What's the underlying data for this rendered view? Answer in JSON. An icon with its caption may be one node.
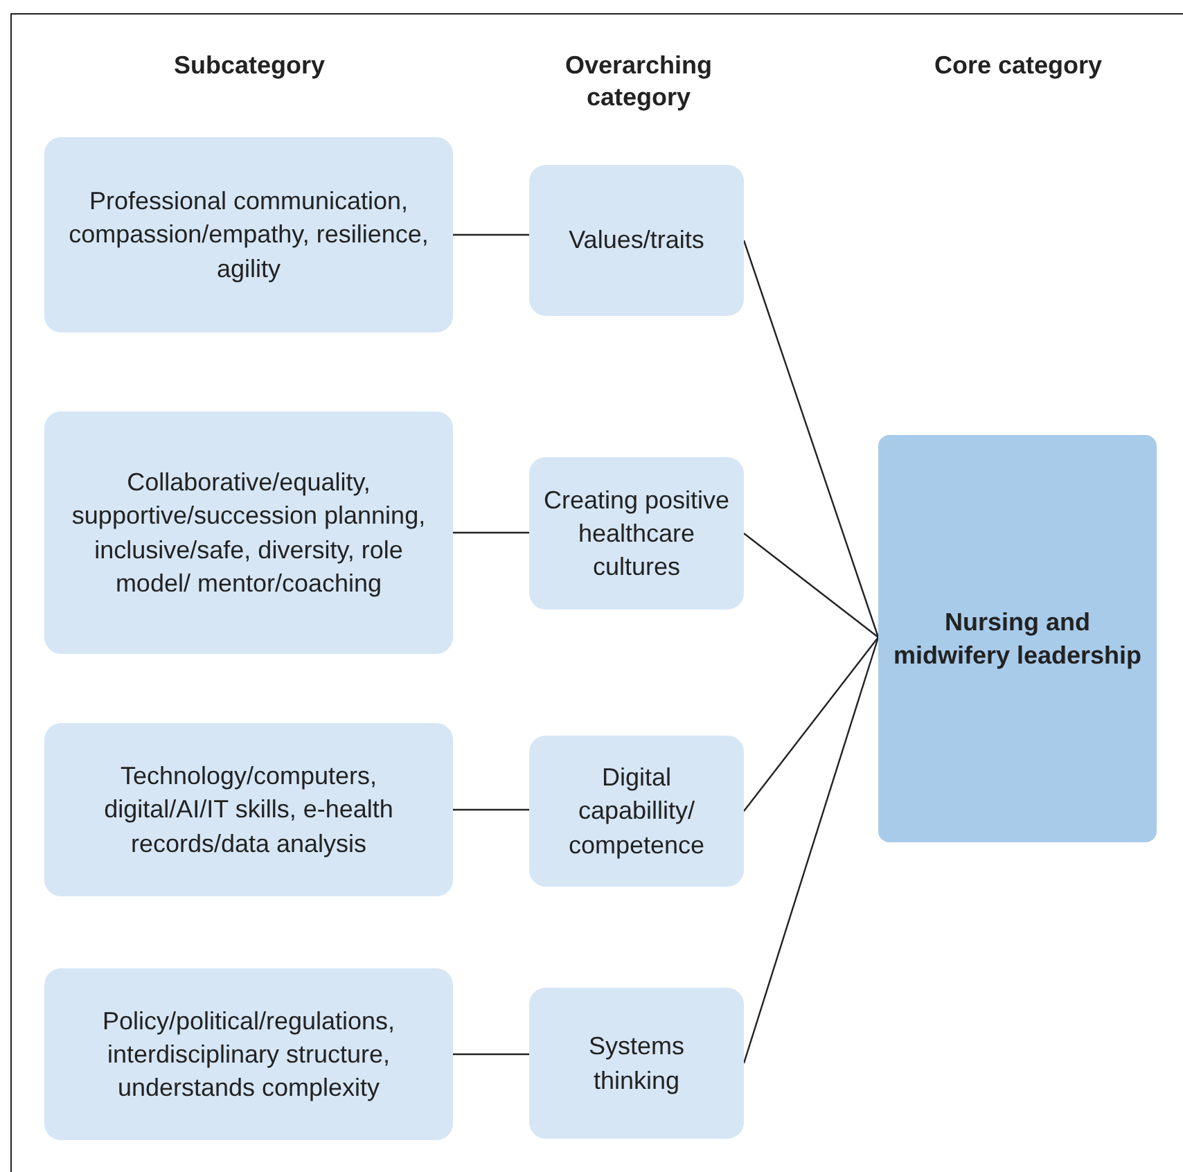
{
  "diagram": {
    "nodes": [
      {
        "text": [
          "Professional communication, compassion/empathy, resilience, agility"
        ]
      },
      {
        "text": [
          "Values/traits"
        ]
      },
      {
        "text": [
          "Collaborative/equality, supportive/succession planning, inclusive/safe, diversity, role model/ mentor/coaching"
        ]
      },
      {
        "text": [
          "Creating positive healthcare cultures"
        ]
      },
      {
        "text": [
          "Technology/computers, digital/AI/IT skills, e-health records/data analysis"
        ]
      },
      {
        "text": [
          "Digital capabillity/ competence"
        ]
      },
      {
        "text": [
          "Policy/political/regulations, interdisciplinary structure, understands complexity"
        ]
      },
      {
        "text": [
          "Systems thinking"
        ]
      },
      {
        "text": [
          "Nursing and midwifery leadership"
        ]
      }
    ],
    "edges": [
      {
        "from": 0,
        "to": 1,
        "arrow": "none"
      },
      {
        "from": 2,
        "to": 3,
        "arrow": "none"
      },
      {
        "from": 4,
        "to": 5,
        "arrow": "none"
      },
      {
        "from": 6,
        "to": 7,
        "arrow": "none"
      },
      {
        "from": 1,
        "to": 8,
        "arrow": "none"
      },
      {
        "from": 3,
        "to": 8,
        "arrow": "none"
      },
      {
        "from": 5,
        "to": 8,
        "arrow": "none"
      },
      {
        "from": 7,
        "to": 8,
        "arrow": "none"
      }
    ],
    "labels": [
      "Subcategory",
      "Overarching category",
      "Core category"
    ]
  }
}
